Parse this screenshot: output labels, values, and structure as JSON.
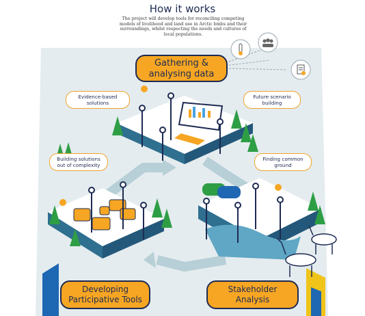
{
  "header": {
    "title": "How it works",
    "description": "The project will develop tools for reconciling competing models of livelihood and land use in Arctic bmbs and their surroundings, whilst respecting the needs and cultures of local populations."
  },
  "stages": [
    {
      "line1": "Gathering &",
      "line2": "analysing data"
    },
    {
      "line1": "Developing",
      "line2": "Participative Tools"
    },
    {
      "line1": "Stakeholder",
      "line2": "Analysis"
    }
  ],
  "callouts": [
    {
      "line1": "Evidence-based",
      "line2": "solutions"
    },
    {
      "line1": "Future scenario",
      "line2": "building"
    },
    {
      "line1": "Building solutions",
      "line2": "out of complexity"
    },
    {
      "line1": "Finding common",
      "line2": "ground"
    }
  ],
  "icons": [
    "thermometer-icon",
    "group-icon",
    "document-icon",
    "lightbulb-icon"
  ],
  "colors": {
    "accent": "#f6a623",
    "navy": "#1d2a52",
    "background": "#e4ecef",
    "tree": "#2e9e45",
    "arrow": "#b7cfd6"
  }
}
